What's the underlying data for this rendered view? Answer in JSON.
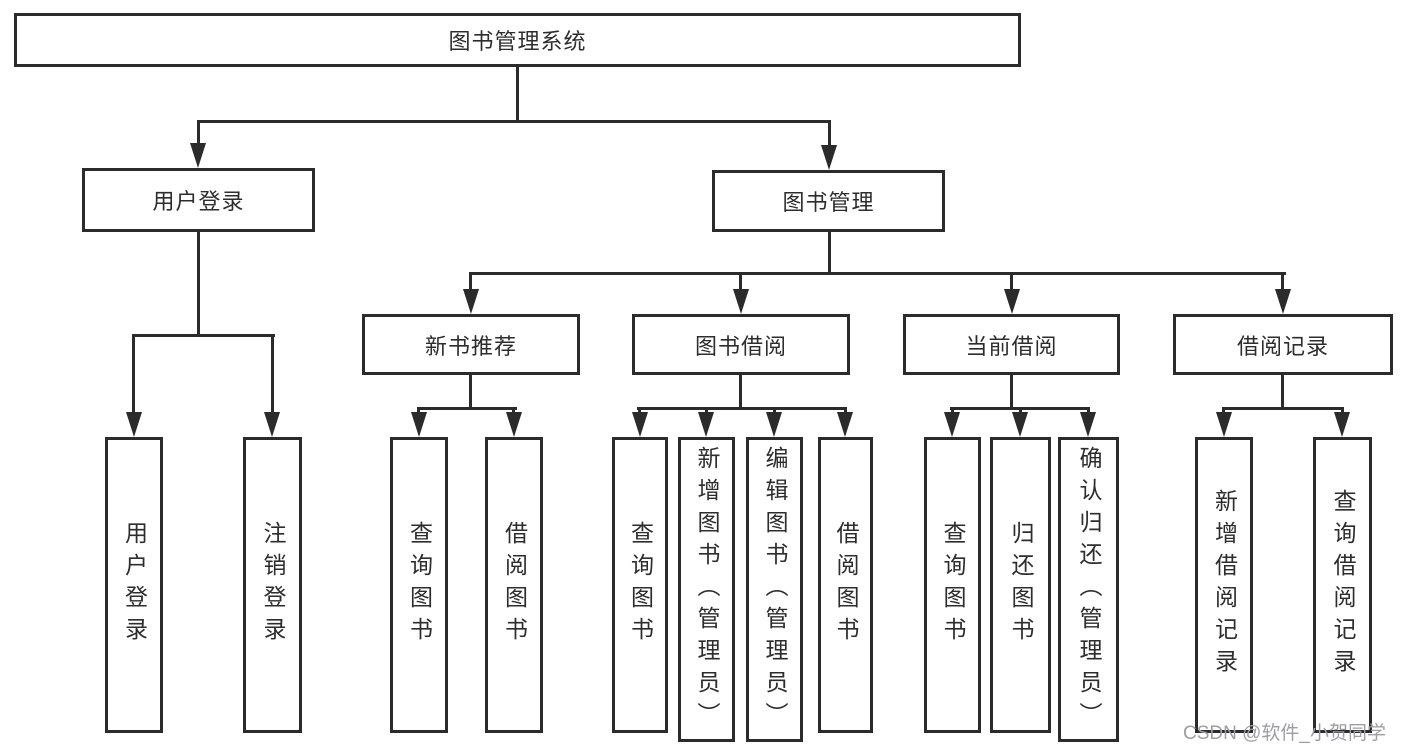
{
  "diagram": {
    "root": {
      "label": "图书管理系统"
    },
    "level2": [
      {
        "label": "用户登录",
        "children": [
          {
            "label": "用户登录"
          },
          {
            "label": "注销登录"
          }
        ]
      },
      {
        "label": "图书管理",
        "children": [
          {
            "label": "新书推荐",
            "children": [
              {
                "label": "查询图书"
              },
              {
                "label": "借阅图书"
              }
            ]
          },
          {
            "label": "图书借阅",
            "children": [
              {
                "label": "查询图书"
              },
              {
                "label": "新增图书（管理员）"
              },
              {
                "label": "编辑图书（管理员）"
              },
              {
                "label": "借阅图书"
              }
            ]
          },
          {
            "label": "当前借阅",
            "children": [
              {
                "label": "查询图书"
              },
              {
                "label": "归还图书"
              },
              {
                "label": "确认归还（管理员）"
              }
            ]
          },
          {
            "label": "借阅记录",
            "children": [
              {
                "label": "新增借阅记录"
              },
              {
                "label": "查询借阅记录"
              }
            ]
          }
        ]
      }
    ]
  },
  "watermark": {
    "text": "CSDN @软件_小贺同学"
  },
  "colors": {
    "line": "#2b2b2b",
    "text": "#2d2d2d",
    "watermark": "#9e9ea3",
    "background": "#ffffff"
  }
}
